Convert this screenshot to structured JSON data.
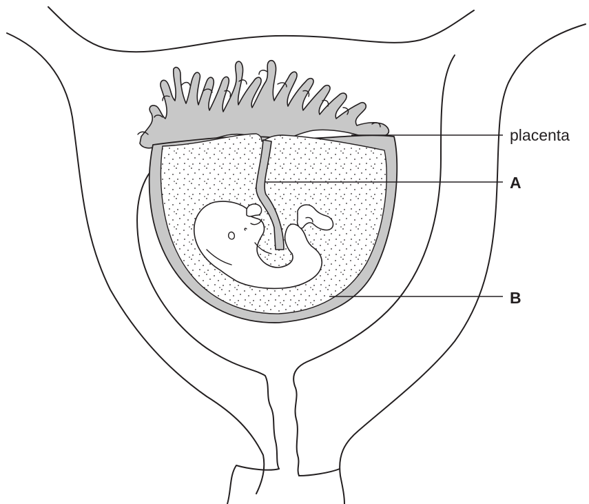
{
  "labels": {
    "placenta": "placenta",
    "a": "A",
    "b": "B"
  },
  "colors": {
    "line": "#231f20",
    "membrane_fill": "#c8c8c8",
    "fluid_fill": "#ffffff",
    "background": "#ffffff"
  }
}
